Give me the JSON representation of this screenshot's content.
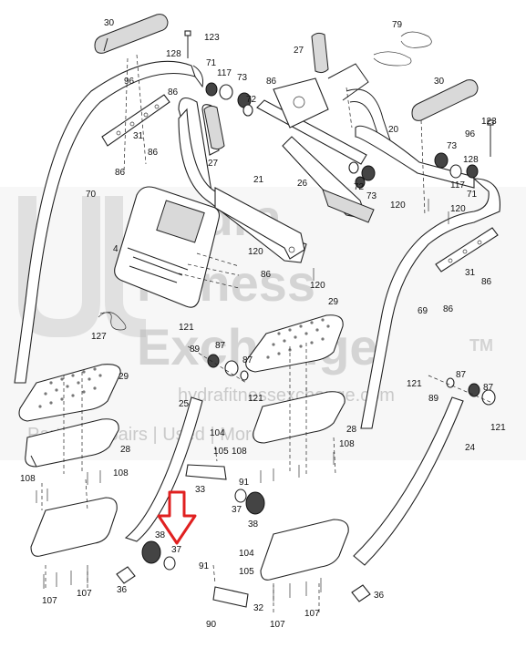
{
  "watermark": {
    "line1": "Hydra",
    "line2": "Fitness",
    "line3": "Exchange",
    "tm": "TM",
    "url": "hydrafitnessexchange.com",
    "tagline": "Parts | Repairs | Used | More"
  },
  "callout_arrow_color": "#e02020",
  "labels": {
    "p30a": "30",
    "p128a": "128",
    "p123a": "123",
    "p71a": "71",
    "p117a": "117",
    "p73a": "73",
    "p72a": "72",
    "p96a": "96",
    "p86a": "86",
    "p31a": "31",
    "p86b": "86",
    "p86c": "86",
    "p70": "70",
    "p27a": "27",
    "p27b": "27",
    "p79": "79",
    "p86d": "86",
    "p21": "21",
    "p26": "26",
    "p20": "20",
    "p30b": "30",
    "p96b": "96",
    "p123b": "123",
    "p73b": "73",
    "p128b": "128",
    "p117b": "117",
    "p71b": "71",
    "p72b": "72",
    "p73c": "73",
    "p120a": "120",
    "p120b": "120",
    "p120c": "120",
    "p120d": "120",
    "p4": "4",
    "p86e": "86",
    "p31b": "31",
    "p86f": "86",
    "p86g": "86",
    "p69": "69",
    "p127": "127",
    "p121a": "121",
    "p89a": "89",
    "p87a": "87",
    "p87b": "87",
    "p121b": "121",
    "p29a": "29",
    "p29b": "29",
    "p25": "25",
    "p121c": "121",
    "p89b": "89",
    "p87c": "87",
    "p87d": "87",
    "p121d": "121",
    "p28a": "28",
    "p28b": "28",
    "p108a": "108",
    "p108b": "108",
    "p108c": "108",
    "p108d": "108",
    "p104a": "104",
    "p105a": "105",
    "p91a": "91",
    "p33": "33",
    "p37a": "37",
    "p38a": "38",
    "p24": "24",
    "p38b": "38",
    "p37b": "37",
    "p91b": "91",
    "p104b": "104",
    "p105b": "105",
    "p32": "32",
    "p90": "90",
    "p36a": "36",
    "p36b": "36",
    "p107a": "107",
    "p107b": "107",
    "p107c": "107",
    "p107d": "107"
  }
}
